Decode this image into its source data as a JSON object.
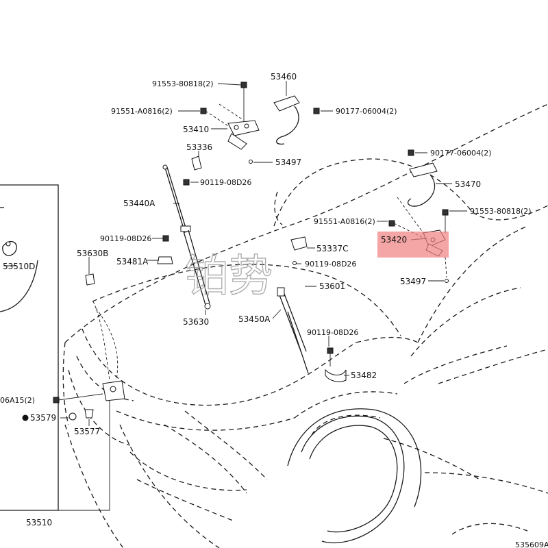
{
  "labels": {
    "l_91553_top": "91553-80818(2)",
    "l_53460": "53460",
    "l_91551_top": "91551-A0816(2)",
    "l_90177_top": "90177-06004(2)",
    "l_53410": "53410",
    "l_53336": "53336",
    "l_53497_top": "53497",
    "l_90119_a": "90119-08D26",
    "l_90177_right": "90177-06004(2)",
    "l_53470": "53470",
    "l_53440A": "53440A",
    "l_91553_right": "91553-80818(2)",
    "l_91551_mid": "91551-A0816(2)",
    "l_53420": "53420",
    "l_90119_b": "90119-08D26",
    "l_53630B": "53630B",
    "l_53337C": "53337C",
    "l_53481A": "53481A",
    "l_90119_c": "90119-08D26",
    "l_53510D": "53510D",
    "l_53497_right": "53497",
    "l_53601": "53601",
    "l_53630": "53630",
    "l_53450A": "53450A",
    "l_90119_d": "90119-08D26",
    "l_53482": "53482",
    "l_06A15": "06A15(2)",
    "l_53579": "53579",
    "l_53577": "53577",
    "l_53510": "53510",
    "l_535609A": "535609A"
  },
  "highlight_color": "#f08080",
  "watermark": "铂势"
}
